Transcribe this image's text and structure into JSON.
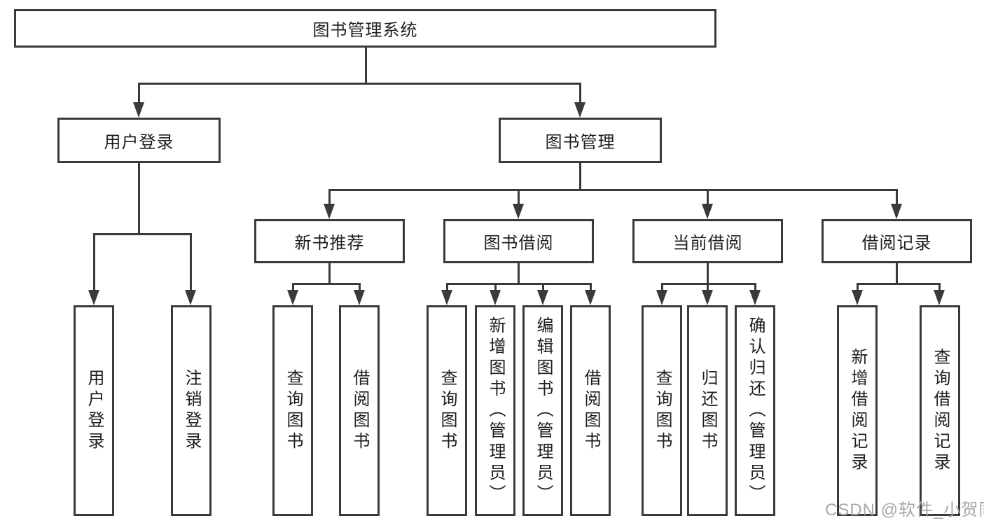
{
  "diagram": {
    "title_node": {
      "label": "图书管理系统"
    },
    "level2": [
      {
        "id": "user-login",
        "label": "用户登录"
      },
      {
        "id": "book-management",
        "label": "图书管理"
      }
    ],
    "level3": [
      {
        "id": "new-book-recommend",
        "label": "新书推荐"
      },
      {
        "id": "book-borrow",
        "label": "图书借阅"
      },
      {
        "id": "current-borrow",
        "label": "当前借阅"
      },
      {
        "id": "borrow-record",
        "label": "借阅记录"
      }
    ],
    "leaves": {
      "user_login": [
        {
          "label": "用户登录"
        },
        {
          "label": "注销登录"
        }
      ],
      "new_book": [
        {
          "label": "查询图书"
        },
        {
          "label": "借阅图书"
        }
      ],
      "book_borrow": [
        {
          "label": "查询图书"
        },
        {
          "label": "新增图书（管理员）"
        },
        {
          "label": "编辑图书（管理员）"
        },
        {
          "label": "借阅图书"
        }
      ],
      "current_borrow": [
        {
          "label": "查询图书"
        },
        {
          "label": "归还图书"
        },
        {
          "label": "确认归还（管理员）"
        }
      ],
      "borrow_record": [
        {
          "label": "新增借阅记录"
        },
        {
          "label": "查询借阅记录"
        }
      ]
    },
    "watermark": "CSDN @软件_小贺同学",
    "colors": {
      "line": "#3a3a3a",
      "text": "#1e1e1e",
      "watermark": "#a8a8a8",
      "background": "#ffffff"
    }
  }
}
